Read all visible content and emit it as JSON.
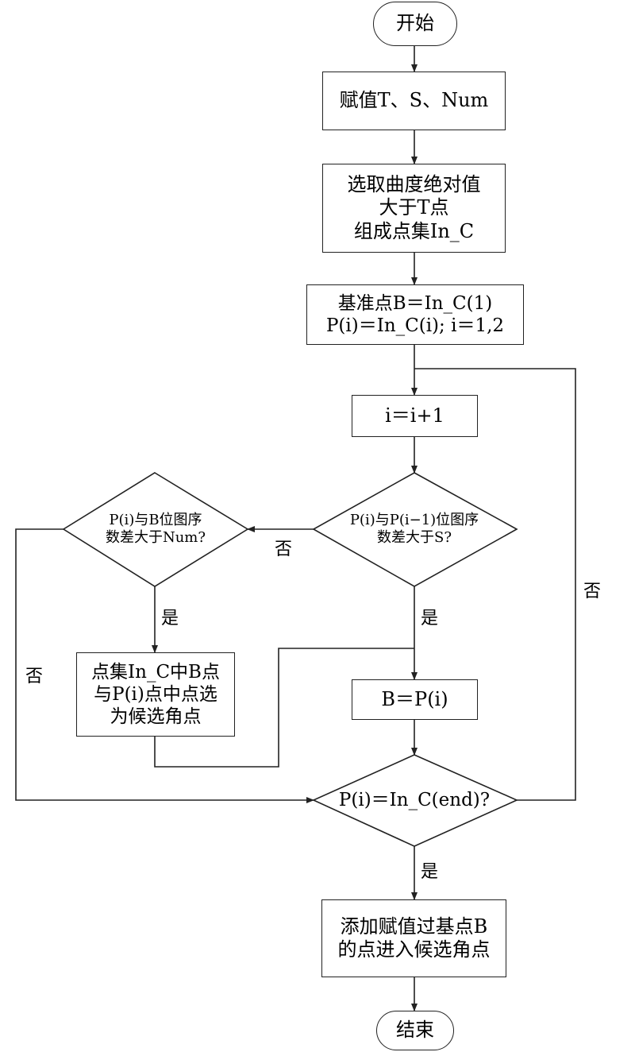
{
  "nodes": {
    "start": {
      "text": "开始"
    },
    "assign": {
      "text": "赋值T、S、Num"
    },
    "select": {
      "lines": [
        "选取曲度绝对值",
        "大于T点",
        "组成点集In_C"
      ]
    },
    "init": {
      "lines": [
        "基准点B＝In_C(1)",
        "P(i)＝In_C(i); i＝1,2"
      ]
    },
    "increment": {
      "text": "i＝i+1"
    },
    "decision_s": {
      "lines": [
        "P(i)与P(i−1)位图序",
        "数差大于S?"
      ]
    },
    "decision_num": {
      "lines": [
        "P(i)与B位图序",
        "数差大于Num?"
      ]
    },
    "candidate": {
      "lines": [
        "点集In_C中B点",
        "与P(i)点中点选",
        "为候选角点"
      ]
    },
    "update_b": {
      "text": "B＝P(i)"
    },
    "decision_end": {
      "text": "P(i)＝In_C(end)?"
    },
    "add": {
      "lines": [
        "添加赋值过基点B",
        "的点进入候选角点"
      ]
    },
    "end": {
      "text": "结束"
    }
  },
  "edge_labels": {
    "s_no": "否",
    "s_yes": "是",
    "num_yes": "是",
    "num_no": "否",
    "end_no": "否",
    "end_yes": "是"
  }
}
